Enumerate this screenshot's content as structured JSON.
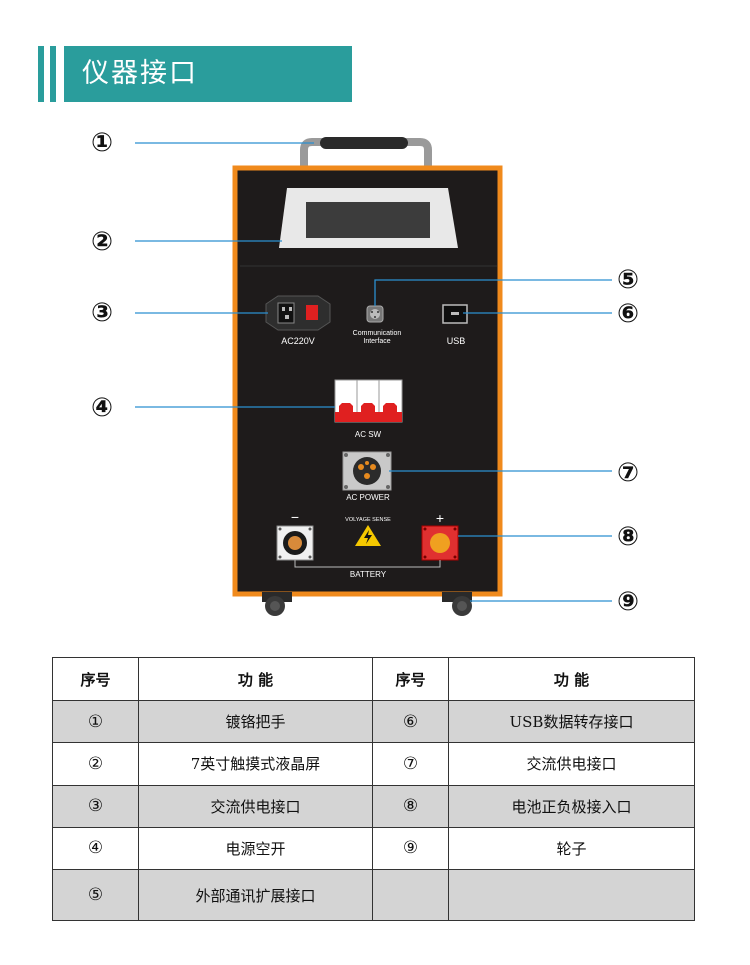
{
  "title": "仪器接口",
  "callouts": [
    "①",
    "②",
    "③",
    "④",
    "⑤",
    "⑥",
    "⑦",
    "⑧",
    "⑨"
  ],
  "device_labels": {
    "ac220v": "AC220V",
    "comm_line1": "Communication",
    "comm_line2": "Interface",
    "usb": "USB",
    "ac_sw": "AC SW",
    "ac_power": "AC POWER",
    "voltage_sense": "VOLYAGE SENSE",
    "battery": "BATTERY",
    "minus": "−",
    "plus": "+"
  },
  "table": {
    "headers": [
      "序号",
      "功 能",
      "序号",
      "功 能"
    ],
    "rows": [
      [
        "①",
        "镀铬把手",
        "⑥",
        "USB数据转存接口"
      ],
      [
        "②",
        "7英寸触摸式液晶屏",
        "⑦",
        "交流供电接口"
      ],
      [
        "③",
        "交流供电接口",
        "⑧",
        "电池正负极接入口"
      ],
      [
        "④",
        "电源空开",
        "⑨",
        "轮子"
      ],
      [
        "⑤",
        "外部通讯扩展接口",
        "",
        ""
      ]
    ]
  },
  "colors": {
    "accent": "#2a9d9c",
    "callout_line": "#2b8fd0",
    "cabinet": "#1e1b1b",
    "cabinet_border": "#f08a1c",
    "breaker_red": "#e02020",
    "terminal_red": "#e03030",
    "row_shade": "#d4d4d4"
  }
}
